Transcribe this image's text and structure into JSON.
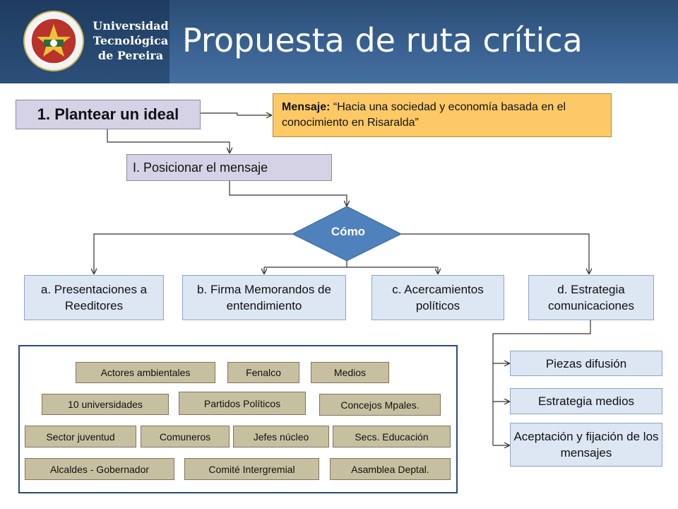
{
  "header": {
    "university_line1": "Universidad",
    "university_line2": "Tecnológica",
    "university_line3": "de Pereira",
    "title": "Propuesta de ruta crítica"
  },
  "step": {
    "label": "1. Plantear un ideal"
  },
  "message": {
    "label_bold": "Mensaje:",
    "text": " “Hacia una sociedad y economía basada en el conocimiento en Risaralda”"
  },
  "posicionar": {
    "label": "I. Posicionar el mensaje"
  },
  "decision": {
    "label": "Cómo"
  },
  "options": [
    {
      "label": "a. Presentaciones a Reeditores"
    },
    {
      "label": "b. Firma Memorandos de entendimiento"
    },
    {
      "label": "c. Acercamientos políticos"
    },
    {
      "label": "d. Estrategia comunicaciones"
    }
  ],
  "actors": [
    "Actores ambientales",
    "Fenalco",
    "Medios",
    "10 universidades",
    "Partidos Políticos",
    "Concejos Mpales.",
    "Sector juventud",
    "Comuneros",
    "Jefes núcleo",
    "Secs. Educación",
    "Alcaldes - Gobernador",
    "Comité Intergremial",
    "Asamblea Deptal."
  ],
  "comm_items": [
    {
      "label": "Piezas difusión"
    },
    {
      "label": "Estrategia medios"
    },
    {
      "label": "Aceptación y fijación de los mensajes"
    }
  ],
  "colors": {
    "header": "#3a6393",
    "purple_box": "#d6d2e6",
    "message_box": "#fcc966",
    "blue_box": "#dde6f3",
    "gray_box": "#c7c0a0",
    "diamond": "#4f81bd"
  }
}
